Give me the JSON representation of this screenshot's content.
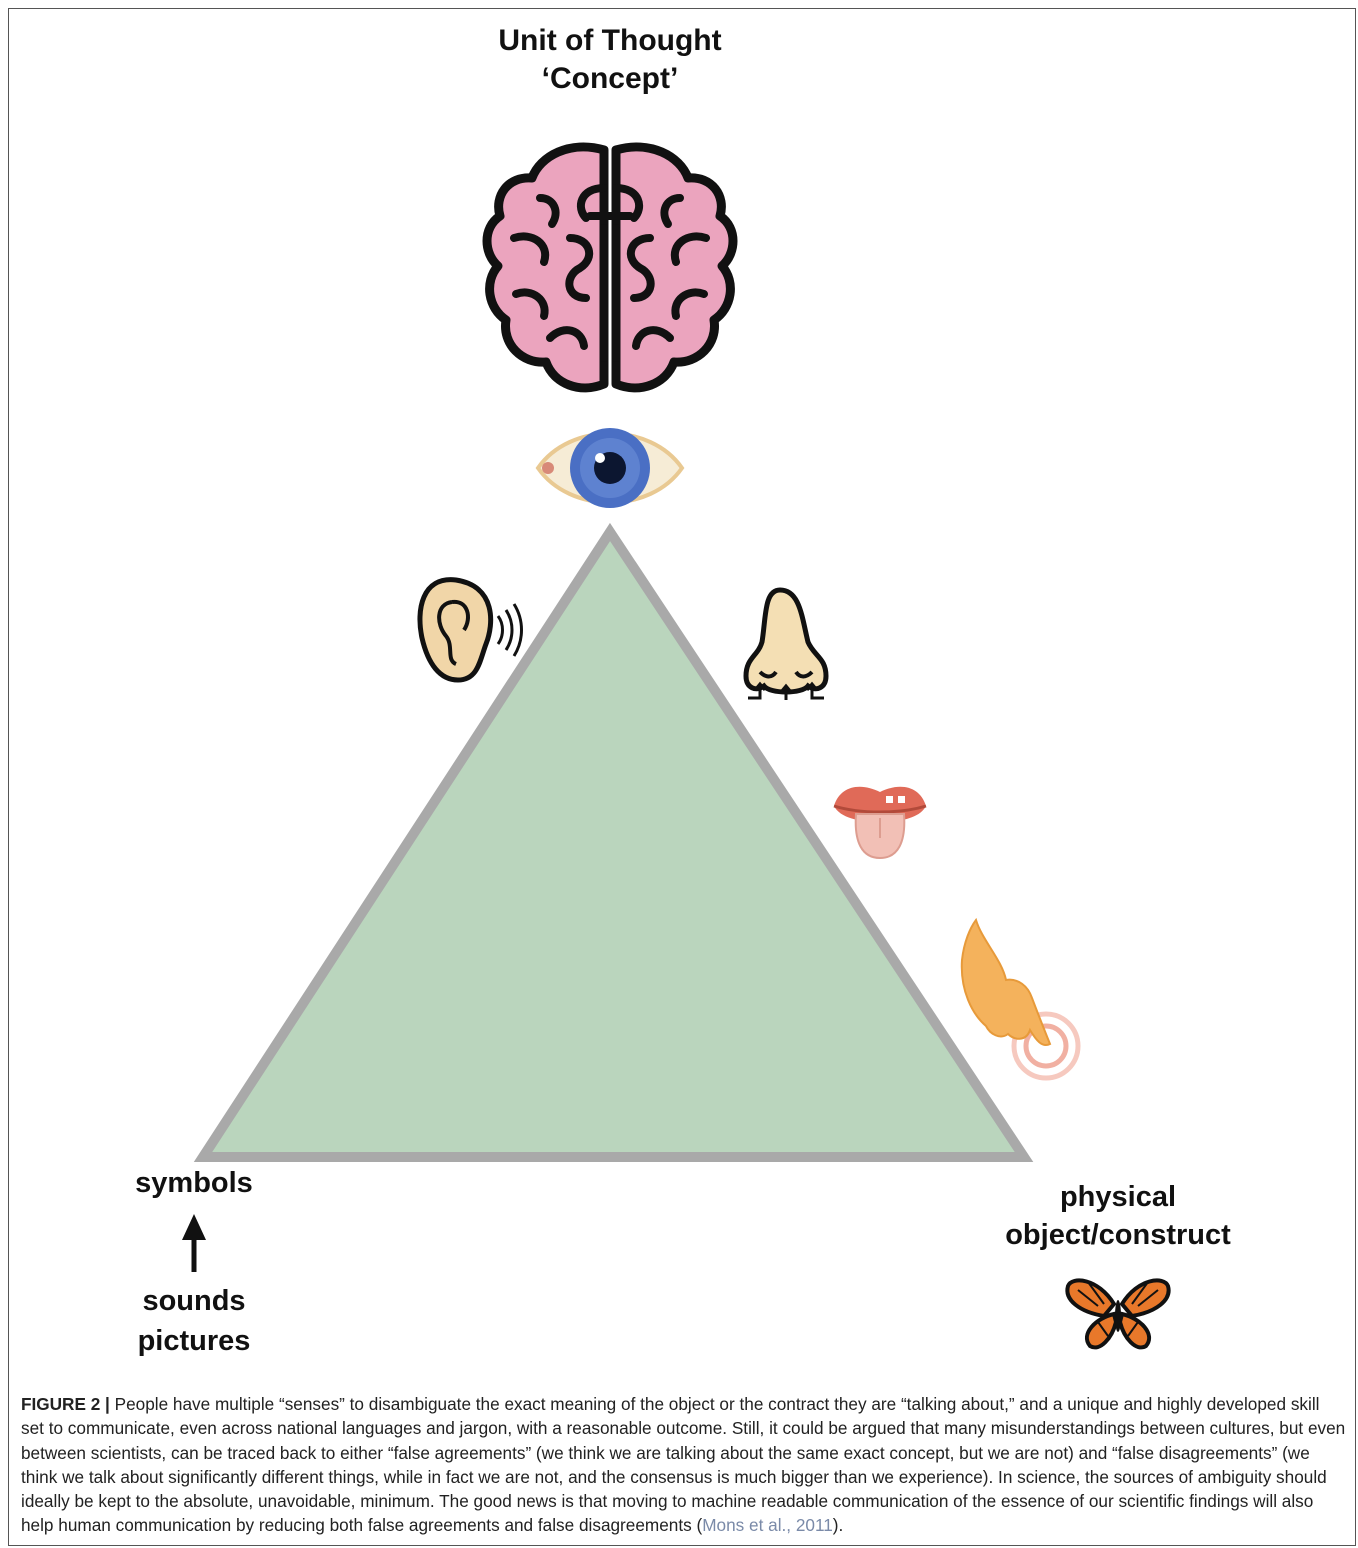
{
  "title": {
    "line1": "Unit of Thought",
    "line2": "‘Concept’"
  },
  "labels": {
    "symbols": "symbols",
    "sounds": "sounds",
    "pictures": "pictures",
    "physical": "physical",
    "object_construct": "object/construct"
  },
  "icons": [
    "brain-icon",
    "eye-icon",
    "ear-icon",
    "nose-icon",
    "tongue-icon",
    "touch-hand-icon",
    "butterfly-icon"
  ],
  "colors": {
    "triangle_fill": "#bad5bd",
    "triangle_stroke": "#a9a9a9",
    "brain_fill": "#eba4be",
    "iris": "#4a6fc4",
    "skin": "#f1d6a8",
    "lips": "#e06a58",
    "hand": "#f4b25c",
    "butterfly": "#e8782a"
  },
  "caption": {
    "label": "FIGURE 2 |",
    "text": "People have multiple “senses” to disambiguate the exact meaning of the object or the contract they are “talking about,” and a unique and highly developed skill set to communicate, even across national languages and jargon, with a reasonable outcome. Still, it could be argued that many misunderstandings between cultures, but even between scientists, can be traced back to either “false agreements” (we think we are talking about the same exact concept, but we are not) and “false disagreements” (we think we talk about significantly different things, while in fact we are not, and the consensus is much bigger than we experience). In science, the sources of ambiguity should ideally be kept to the absolute, unavoidable, minimum. The good news is that moving to machine readable communication of the essence of our scientific findings will also help human communication by reducing both false agreements and false disagreements (",
    "citation": "Mons et al., 2011",
    "end": ")."
  }
}
